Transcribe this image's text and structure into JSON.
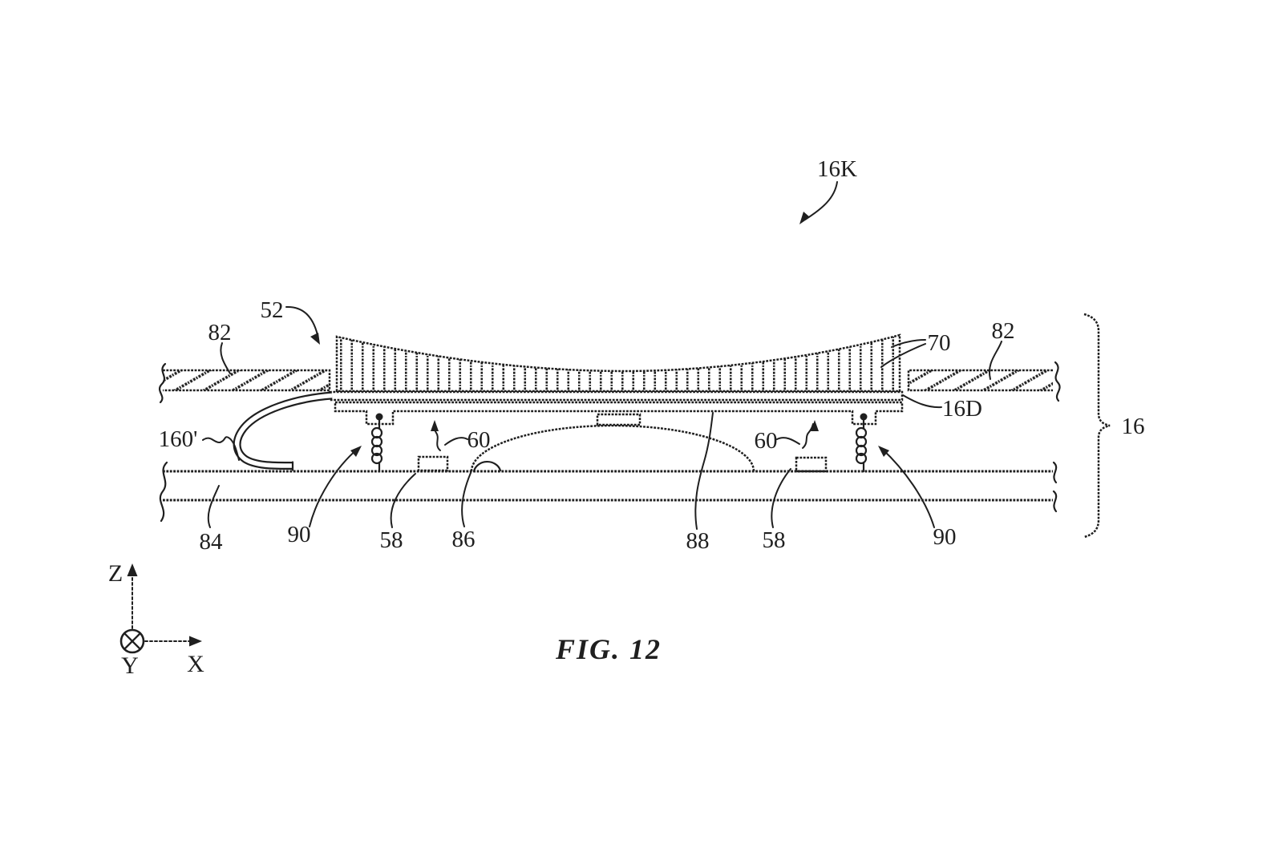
{
  "colors": {
    "ink": "#1f1f1f",
    "paper": "#ffffff"
  },
  "figure": {
    "caption": "FIG. 12",
    "reference_labels": {
      "assembly": "16K",
      "device_stack": "16",
      "key_cap": "52",
      "cover_layer_left": "82",
      "cover_layer_right": "82",
      "cap_ridges": "70",
      "key_cap_bottom": "16D",
      "flex_circuit": "160'",
      "substrate": "84",
      "spring_left": "90",
      "spring_right": "90",
      "pad_left": "58",
      "pad_right": "58",
      "dome_edge": "86",
      "dome": "88",
      "gap_left": "60",
      "gap_right": "60"
    },
    "axes": {
      "vertical": "Z",
      "horizontal": "X",
      "out_of_plane": "Y"
    }
  }
}
